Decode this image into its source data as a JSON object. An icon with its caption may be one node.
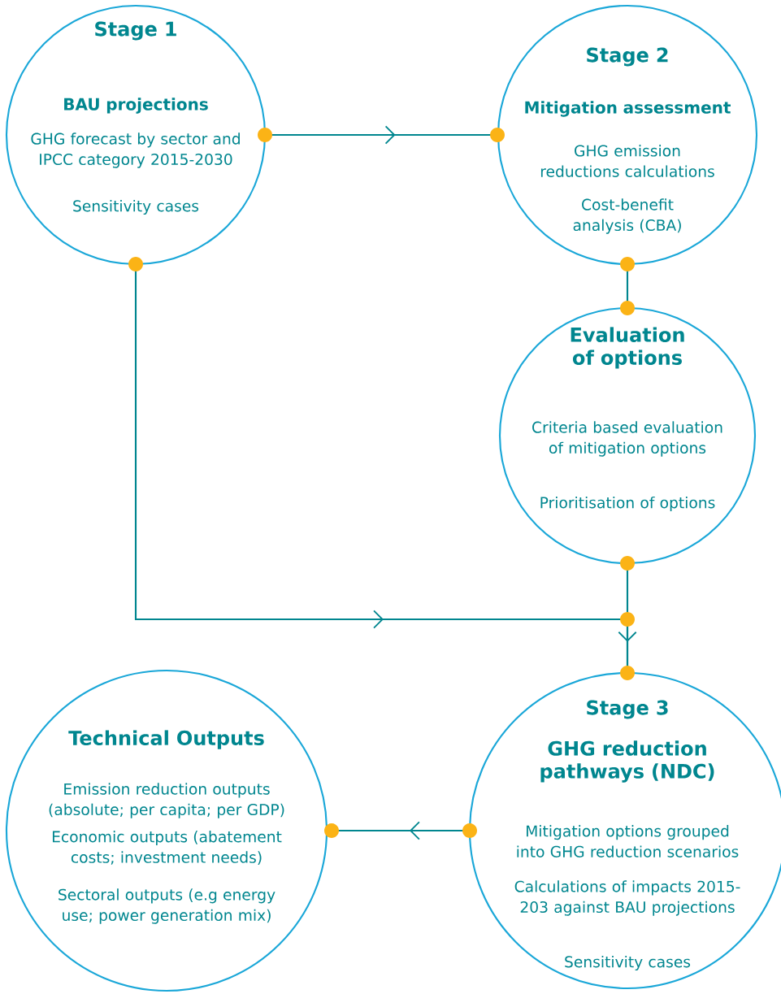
{
  "diagram": {
    "nodes": [
      {
        "text": [
          "Stage 1",
          "BAU projections",
          "GHG forecast by sector and IPCC category 2015-2030",
          "Sensitivity cases"
        ]
      },
      {
        "text": [
          "Stage 2",
          "Mitigation assessment",
          "GHG emission reductions calculations",
          "Cost-benefit analysis (CBA)"
        ]
      },
      {
        "text": [
          "Evaluation of options",
          "Criteria based evaluation of mitigation options",
          "Prioritisation of options"
        ]
      },
      {
        "text": [
          "Stage 3",
          "GHG reduction pathways (NDC)",
          "Mitigation options grouped into GHG reduction scenarios",
          "Calculations of impacts 2015-203 against BAU projections",
          "Sensitivity cases"
        ]
      },
      {
        "text": [
          "Technical Outputs",
          "Emission reduction outputs (absolute; per capita; per GDP)",
          "Economic outputs (abatement costs; investment needs)",
          "Sectoral outputs (e.g energy use; power generation mix)"
        ]
      }
    ],
    "edges": [
      {
        "from": 0,
        "to": 1,
        "arrow": "to"
      },
      {
        "from": 1,
        "to": 2,
        "arrow": "none"
      },
      {
        "from": 2,
        "to": 3,
        "arrow": "to"
      },
      {
        "from": 0,
        "to": 3,
        "arrow": "to"
      },
      {
        "from": 3,
        "to": 4,
        "arrow": "to"
      }
    ]
  }
}
